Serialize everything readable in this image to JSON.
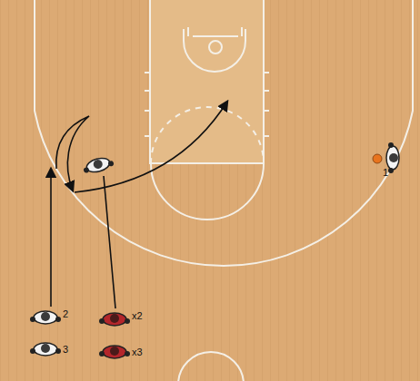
{
  "diagram": {
    "nodes": [
      {
        "text": [
          "1"
        ]
      },
      {
        "text": [
          "2"
        ]
      },
      {
        "text": [
          "x2"
        ]
      },
      {
        "text": [
          "3"
        ]
      },
      {
        "text": [
          "x3"
        ]
      }
    ]
  }
}
